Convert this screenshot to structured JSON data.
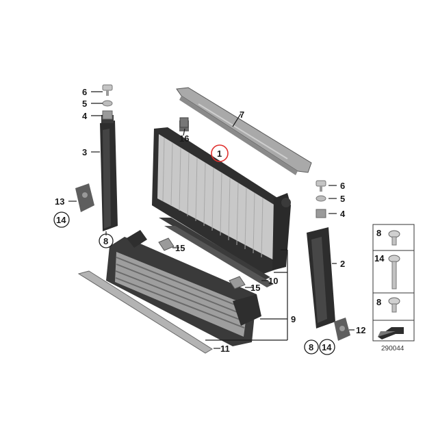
{
  "callouts": {
    "c1": "1",
    "c2": "2",
    "c3": "3",
    "c4a": "4",
    "c4b": "4",
    "c5a": "5",
    "c5b": "5",
    "c6a": "6",
    "c6b": "6",
    "c7": "7",
    "c8a": "8",
    "c8b": "8",
    "c9": "9",
    "c10": "10",
    "c11": "11",
    "c12": "12",
    "c13": "13",
    "c14a": "14",
    "c14b": "14",
    "c15a": "15",
    "c15b": "15",
    "c16": "16"
  },
  "legend": {
    "items": [
      {
        "number": "8"
      },
      {
        "number": "14"
      },
      {
        "number": "8"
      }
    ]
  },
  "diagram_code": "290044",
  "colors": {
    "highlight_circle": "#e0302e",
    "part_dark": "#2d2d2d",
    "part_light": "#bdbdbd"
  }
}
